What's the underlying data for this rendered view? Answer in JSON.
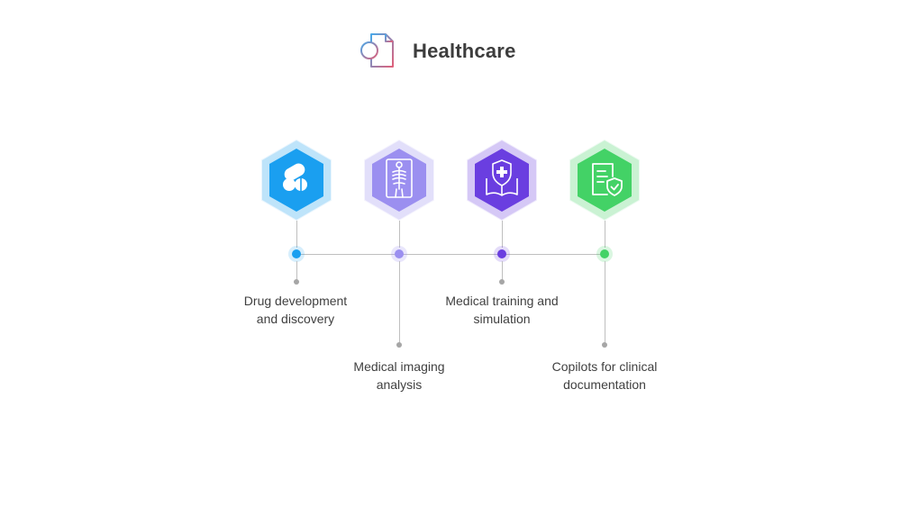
{
  "header": {
    "title": "Healthcare",
    "icon": "medical-report-icon"
  },
  "colors": {
    "blue": "#1a9ff0",
    "lavender": "#9b8ff0",
    "purple": "#6a3ee0",
    "green": "#43d266",
    "line": "#bfbfbf"
  },
  "steps": [
    {
      "label_line1": "Drug development",
      "label_line2": "and discovery",
      "icon": "pills-icon",
      "color": "#1a9ff0"
    },
    {
      "label_line1": "Medical imaging",
      "label_line2": "analysis",
      "icon": "xray-skeleton-icon",
      "color": "#9b8ff0"
    },
    {
      "label_line1": "Medical training and",
      "label_line2": "simulation",
      "icon": "medical-book-shield-icon",
      "color": "#6a3ee0"
    },
    {
      "label_line1": "Copilots for clinical",
      "label_line2": "documentation",
      "icon": "document-check-icon",
      "color": "#43d266"
    }
  ]
}
